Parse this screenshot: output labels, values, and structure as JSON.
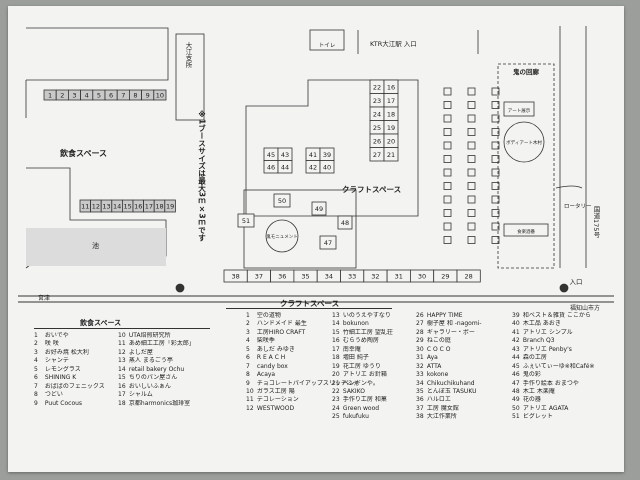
{
  "map": {
    "food_area_label": "飲食スペース",
    "craft_area_label": "クラフトスペース",
    "booth_note": "※1ブースサイズは最大3ｍ×3ｍです",
    "road_label": "大江支所",
    "station_label": "KTR大江駅 入口",
    "toilet_label": "トイレ",
    "oni_label": "鬼の回廊",
    "art_label": "アート展示",
    "body_art_label": "ボディアート木村",
    "food_stall_label": "食楽酒番",
    "monument_label": "鬼モニュメント",
    "entrance_label": "入口",
    "right_road_label": "福知山市方",
    "left_road_label": "宮津",
    "vertical_road_label": "国道175号",
    "rotary_label": "ロータリー",
    "left_booths": [
      "1",
      "2",
      "3",
      "4",
      "5",
      "6",
      "7",
      "8",
      "9",
      "10"
    ],
    "mid_booths": [
      "11",
      "12",
      "13",
      "14",
      "15",
      "16",
      "17",
      "18",
      "19"
    ],
    "zone_marker": "池",
    "grid_booths": [
      [
        "22",
        "16"
      ],
      [
        "23",
        "17"
      ],
      [
        "24",
        "18"
      ],
      [
        "25",
        "19"
      ],
      [
        "26",
        "20"
      ],
      [
        "27",
        "21"
      ]
    ],
    "block1": [
      [
        "45",
        "43"
      ],
      [
        "46",
        "44"
      ]
    ],
    "block2": [
      [
        "41",
        "39"
      ],
      [
        "42",
        "40"
      ]
    ],
    "single_booths": [
      "50",
      "49",
      "48",
      "47",
      "51"
    ],
    "bottom_booths": [
      "38",
      "37",
      "36",
      "35",
      "34",
      "33",
      "32",
      "31",
      "30",
      "29",
      "28"
    ]
  },
  "legend": {
    "title": "クラフトスペース",
    "food_title": "飲食スペース",
    "food": [
      {
        "no": "1",
        "name": "おいでや"
      },
      {
        "no": "2",
        "name": "咲 咲"
      },
      {
        "no": "3",
        "name": "お好み焼 松大利"
      },
      {
        "no": "4",
        "name": "シャンテ"
      },
      {
        "no": "5",
        "name": "レモングラス"
      },
      {
        "no": "6",
        "name": "SHINING  K"
      },
      {
        "no": "7",
        "name": "おばばのフェニックス"
      },
      {
        "no": "8",
        "name": "つどい"
      },
      {
        "no": "9",
        "name": "Puut Cocous"
      },
      {
        "no": "10",
        "name": "UTA焙煎研究所"
      },
      {
        "no": "11",
        "name": "あめ細工工房「彩太郎」"
      },
      {
        "no": "12",
        "name": "よしだ屋"
      },
      {
        "no": "13",
        "name": "蒸人 まるごう亭"
      },
      {
        "no": "14",
        "name": "retail bakery Ochu"
      },
      {
        "no": "15",
        "name": "ちりのパン屋さん"
      },
      {
        "no": "16",
        "name": "おいしいふぁん"
      },
      {
        "no": "17",
        "name": "シャルム"
      },
      {
        "no": "18",
        "name": "京都harmonics珈琲室"
      }
    ],
    "craft1": [
      {
        "no": "1",
        "name": "空の道物"
      },
      {
        "no": "2",
        "name": "ハンドメイド 最生"
      },
      {
        "no": "3",
        "name": "工房HIRO CRAFT"
      },
      {
        "no": "4",
        "name": "柴咲季"
      },
      {
        "no": "5",
        "name": "あしだ みゆき"
      },
      {
        "no": "6",
        "name": "R E A C H"
      },
      {
        "no": "7",
        "name": "candy box"
      },
      {
        "no": "8",
        "name": "Acaya"
      },
      {
        "no": "9",
        "name": "チョコレートパイアップスリッチふぇ"
      },
      {
        "no": "10",
        "name": "ガラス工房 陽"
      },
      {
        "no": "11",
        "name": "デコレーション"
      },
      {
        "no": "12",
        "name": "WESTWOOD"
      }
    ],
    "craft2": [
      {
        "no": "13",
        "name": "いのうえやすなり"
      },
      {
        "no": "14",
        "name": "bokunon"
      },
      {
        "no": "15",
        "name": "竹細工工房 望乱荘"
      },
      {
        "no": "16",
        "name": "むらうめ陶房"
      },
      {
        "no": "17",
        "name": "南幸庵"
      },
      {
        "no": "18",
        "name": "増田 純子"
      },
      {
        "no": "19",
        "name": "花工房 ゆうり"
      },
      {
        "no": "20",
        "name": "アトリエ お針箱"
      },
      {
        "no": "21",
        "name": "ペンギンや。"
      },
      {
        "no": "22",
        "name": "SAKIKO"
      },
      {
        "no": "23",
        "name": "手作り工房 和菓"
      },
      {
        "no": "24",
        "name": "Green wood"
      },
      {
        "no": "25",
        "name": "fukufuku"
      }
    ],
    "craft3": [
      {
        "no": "26",
        "name": "HAPPY TIME"
      },
      {
        "no": "27",
        "name": "樹子屋 和 -nagomi-"
      },
      {
        "no": "28",
        "name": "ギャラリー・ポー"
      },
      {
        "no": "29",
        "name": "ねこの庭"
      },
      {
        "no": "30",
        "name": "C O C O"
      },
      {
        "no": "31",
        "name": "Aya"
      },
      {
        "no": "32",
        "name": "ATTA"
      },
      {
        "no": "33",
        "name": "kokone"
      },
      {
        "no": "34",
        "name": "Chikuchikuhand"
      },
      {
        "no": "35",
        "name": "とんぼ玉 TASUKU"
      },
      {
        "no": "36",
        "name": "ハルロエ"
      },
      {
        "no": "37",
        "name": "工房 魔女館"
      },
      {
        "no": "38",
        "name": "大江作業所"
      }
    ],
    "craft4": [
      {
        "no": "39",
        "name": "和ベスト＆雑貨 ここから"
      },
      {
        "no": "40",
        "name": "木工品 あおき"
      },
      {
        "no": "41",
        "name": "アトリエ シンプル"
      },
      {
        "no": "42",
        "name": "Branch  Q3"
      },
      {
        "no": "43",
        "name": "アトリエ Penby's"
      },
      {
        "no": "44",
        "name": "森の工房"
      },
      {
        "no": "45",
        "name": "ふぇいてぃーゆ※和Café※"
      },
      {
        "no": "46",
        "name": "鬼の彩"
      },
      {
        "no": "47",
        "name": "手作り絵本 おまつや"
      },
      {
        "no": "48",
        "name": "木工 木楽庵"
      },
      {
        "no": "49",
        "name": "花の器"
      },
      {
        "no": "50",
        "name": "アトリエ AGATA"
      },
      {
        "no": "51",
        "name": "ビグレット"
      }
    ]
  },
  "colors": {
    "paper": "#f3f3f1",
    "line": "#333333",
    "shade": "#c9c9c9",
    "background": "#9b9e9b"
  }
}
